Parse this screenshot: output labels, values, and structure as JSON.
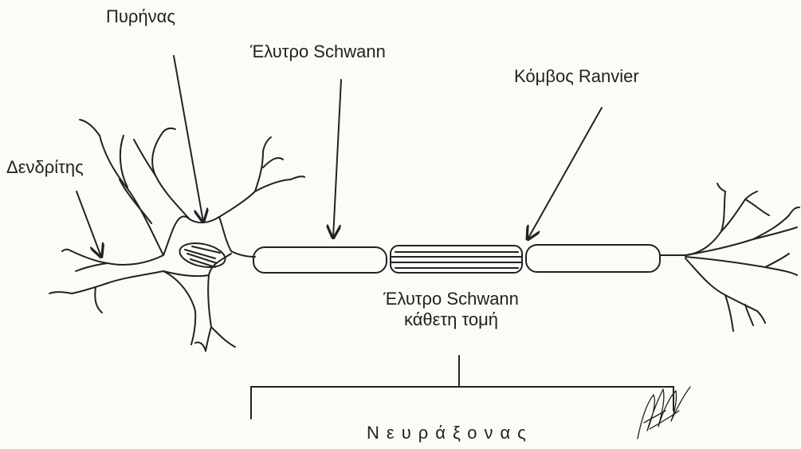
{
  "labels": {
    "nucleus": "Πυρήνας",
    "schwann_sheath": "Έλυτρο Schwann",
    "ranvier_node": "Κόμβος  Ranvier",
    "dendrite": "Δενδρίτης",
    "schwann_cross_line1": "Έλυτρο Schwann",
    "schwann_cross_line2": "κάθετη τομή",
    "axon": "Νευράξονας"
  },
  "colors": {
    "background": "#fbfcf7",
    "ink": "#222222"
  }
}
